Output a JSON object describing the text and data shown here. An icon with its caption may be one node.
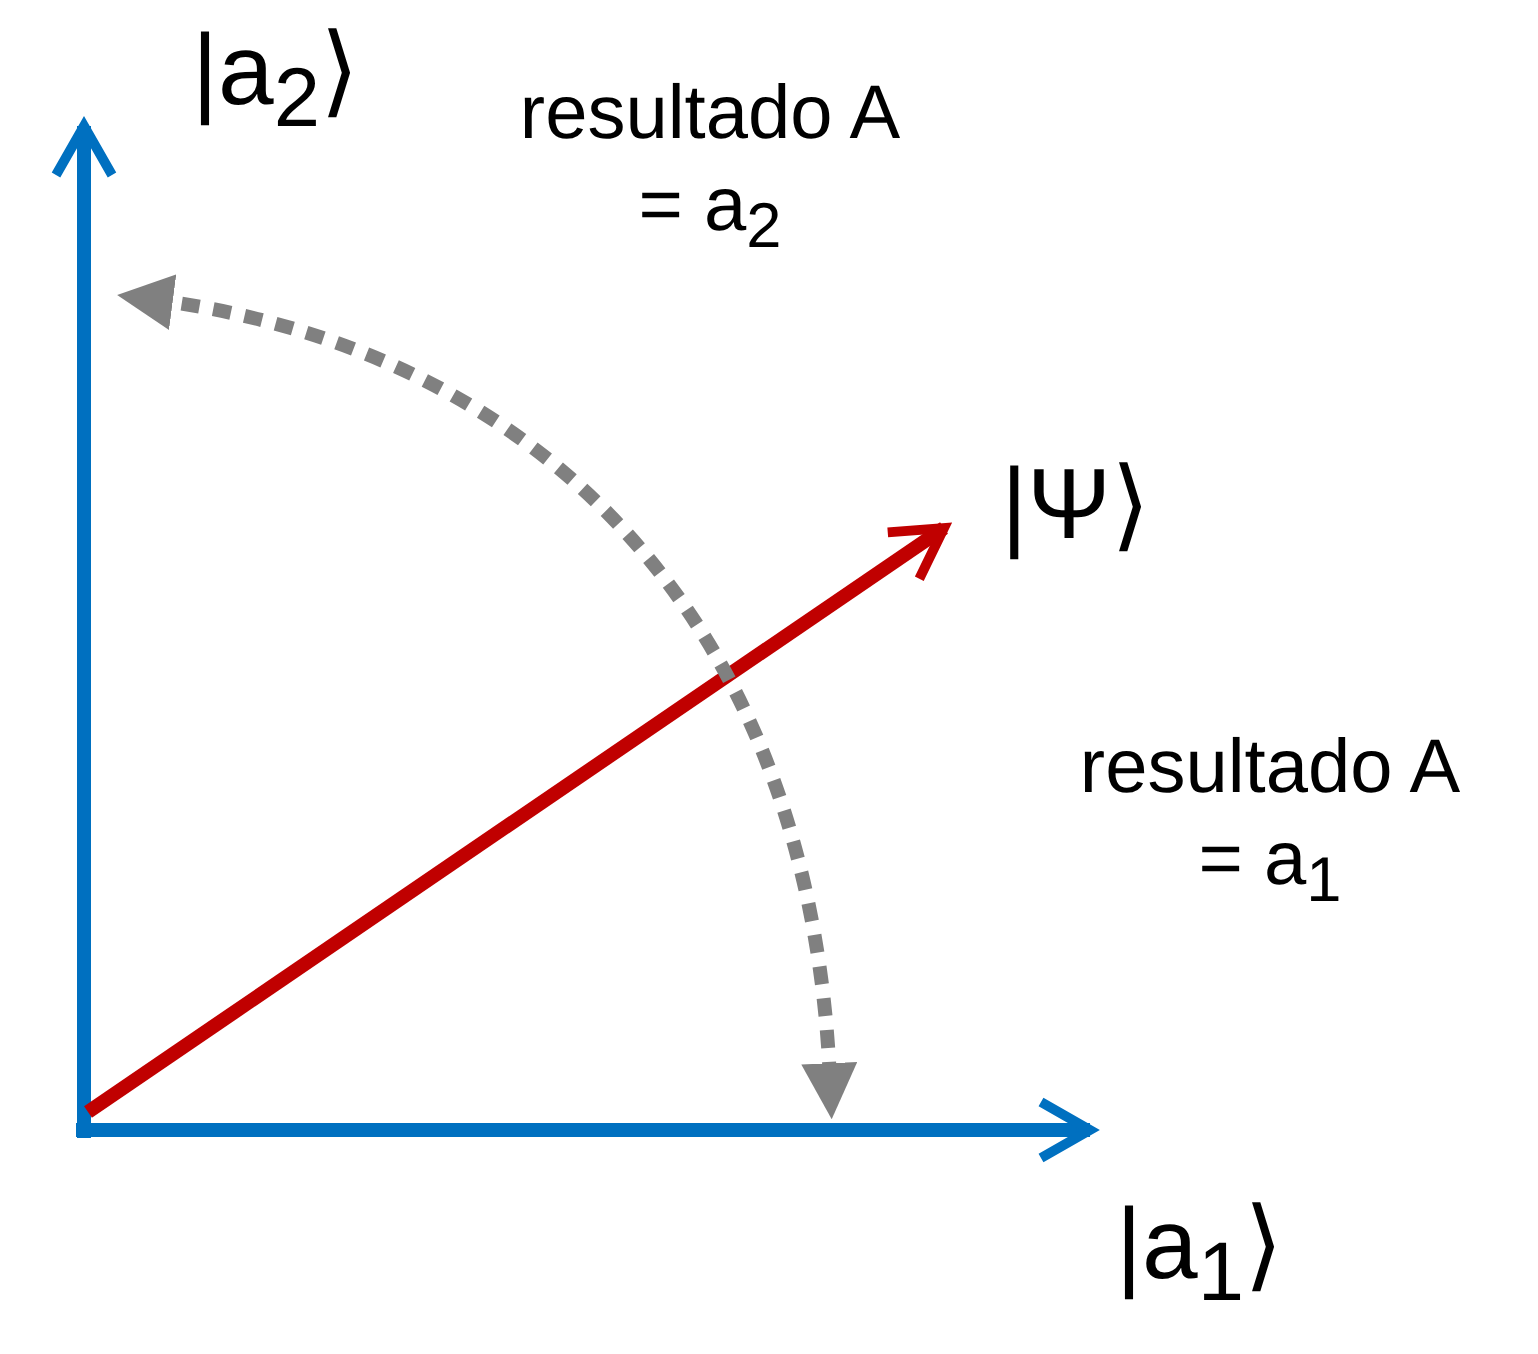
{
  "diagram": {
    "labels": [
      "|a$_{2}$⟩",
      "resultado A = a$_{2}$",
      "|Ψ⟩",
      "resultado A = a$_{1}$",
      "|a$_{1}$⟩"
    ]
  }
}
